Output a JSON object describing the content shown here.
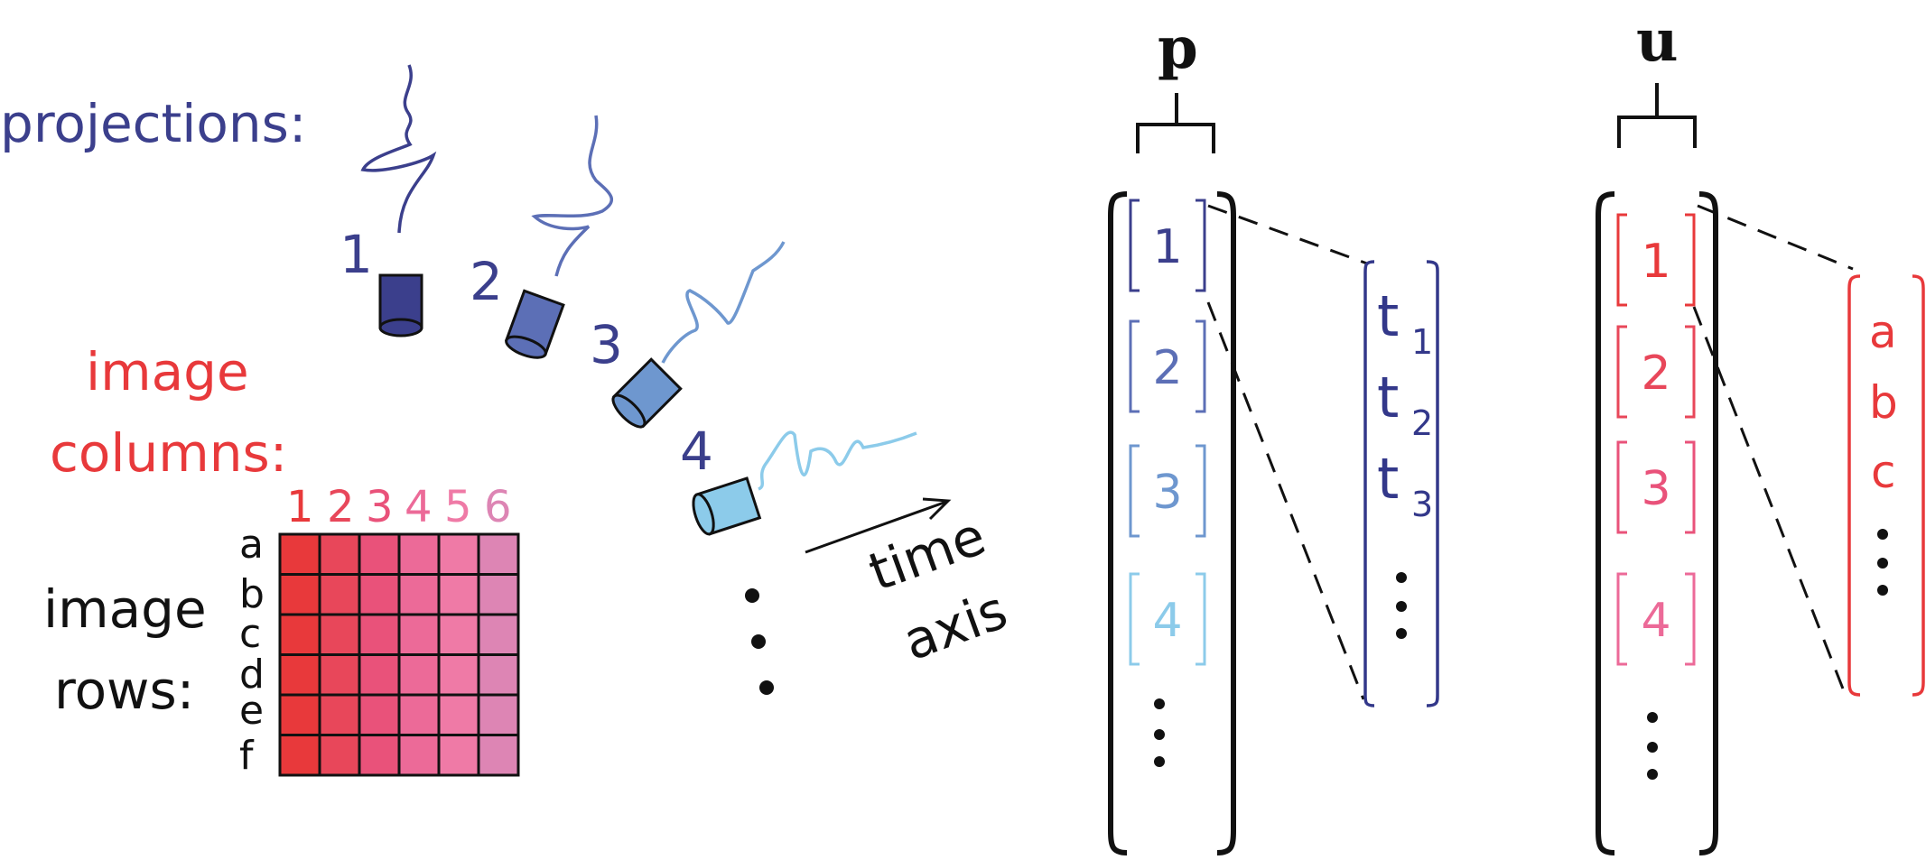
{
  "colors": {
    "proj1": "#3b3f8c",
    "proj2": "#5c6fb6",
    "proj3": "#6e97cf",
    "proj4": "#8ccbea",
    "red": "#e8393b",
    "navy": "#33388a",
    "black": "#111111"
  },
  "left": {
    "projections_label": "projections:",
    "image_columns_line1": "image",
    "image_columns_line2": "columns:",
    "image_rows_line1": "image",
    "image_rows_line2": "rows:",
    "time_axis_line1": "time",
    "time_axis_line2": "axis",
    "projection_numbers": [
      "1",
      "2",
      "3",
      "4"
    ],
    "column_numbers": [
      "1",
      "2",
      "3",
      "4",
      "5",
      "6"
    ],
    "row_letters": [
      "a",
      "b",
      "c",
      "d",
      "e",
      "f"
    ],
    "column_colors": [
      "#e8393b",
      "#e8475a",
      "#e9527a",
      "#ec6a98",
      "#ef7aa6",
      "#dd85b4"
    ],
    "column_label_colors": [
      "#e8393b",
      "#e8475a",
      "#e9527a",
      "#ec6a98",
      "#ef7aa6",
      "#dd85b4"
    ]
  },
  "p_vector": {
    "title": "p",
    "entries": [
      "1",
      "2",
      "3",
      "4"
    ],
    "entry_colors": [
      "#3b3f8c",
      "#5c6fb6",
      "#6e97cf",
      "#8ccbea"
    ],
    "detail": [
      "t",
      "t",
      "t"
    ],
    "detail_subscripts": [
      "1",
      "2",
      "3"
    ]
  },
  "u_vector": {
    "title": "u",
    "entries": [
      "1",
      "2",
      "3",
      "4"
    ],
    "entry_colors": [
      "#e8393b",
      "#e8475a",
      "#e9527a",
      "#ec6a98"
    ],
    "detail": [
      "a",
      "b",
      "c"
    ]
  }
}
